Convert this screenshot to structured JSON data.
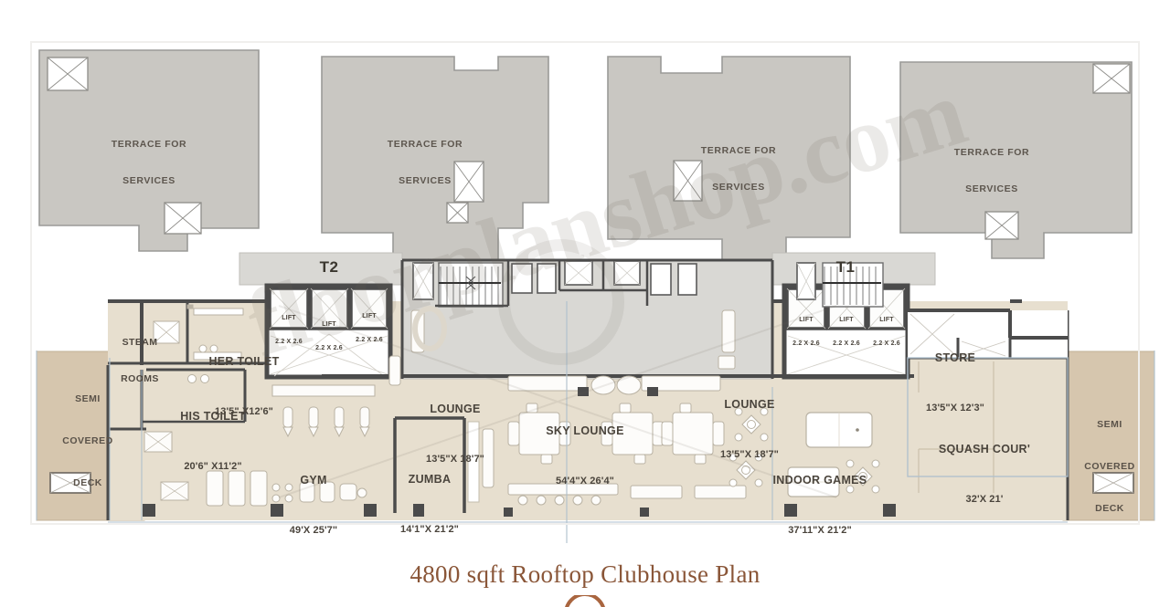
{
  "title": {
    "text": "4800 sqft Rooftop Clubhouse Plan",
    "color": "#8a5638"
  },
  "watermark": {
    "text": "floorplanshop.com"
  },
  "palette": {
    "terrace_fill": "#c9c7c2",
    "floor_fill": "#e7dfcf",
    "deck_fill": "#d6c6ae",
    "core_fill": "#d9d8d4",
    "room_white": "#fdfdfc",
    "wall_dark": "#4b4b4b",
    "wall_light": "#9a9a97",
    "furniture_line": "#b9b2a3",
    "label_color": "#4a443c",
    "grid_blue": "#9fb4c4"
  },
  "towers": [
    {
      "name": "tower-label-t2",
      "label": "T2"
    },
    {
      "name": "tower-label-t1",
      "label": "T1"
    }
  ],
  "terraces": [
    {
      "name": "terrace-1",
      "line1": "TERRACE FOR",
      "line2": "SERVICES"
    },
    {
      "name": "terrace-2",
      "line1": "TERRACE FOR",
      "line2": "SERVICES"
    },
    {
      "name": "terrace-3",
      "line1": "TERRACE FOR",
      "line2": "SERVICES"
    },
    {
      "name": "terrace-4",
      "line1": "TERRACE FOR",
      "line2": "SERVICES"
    }
  ],
  "decks": [
    {
      "name": "deck-left",
      "line1": "SEMI",
      "line2": "COVERED",
      "line3": "DECK"
    },
    {
      "name": "deck-right",
      "line1": "SEMI",
      "line2": "COVERED",
      "line3": "DECK"
    }
  ],
  "lifts": [
    {
      "label": "LIFT",
      "dim": "2.2 X 2.6"
    },
    {
      "label": "LIFT",
      "dim": "2.2 X 2.6"
    },
    {
      "label": "LIFT",
      "dim": "2.2 X 2.6"
    },
    {
      "label": "LIFT",
      "dim": "2.2 X 2.6"
    },
    {
      "label": "LIFT",
      "dim": "2.2 X 2.6"
    },
    {
      "label": "LIFT",
      "dim": "2.2 X 2.6"
    }
  ],
  "rooms": [
    {
      "name": "room-steam-rooms",
      "label": "STEAM\nROOMS",
      "dim": ""
    },
    {
      "name": "room-her-toilet",
      "label": "HER TOILET",
      "dim": "13'5\" X12'6\""
    },
    {
      "name": "room-his-toilet",
      "label": "HIS TOILET",
      "dim": "20'6\" X11'2\""
    },
    {
      "name": "room-gym",
      "label": "GYM",
      "dim": "49'X 25'7\""
    },
    {
      "name": "room-zumba",
      "label": "ZUMBA",
      "dim": "14'1\"X 21'2\""
    },
    {
      "name": "room-lounge-left",
      "label": "LOUNGE",
      "dim": "13'5\"X 18'7\""
    },
    {
      "name": "room-sky-lounge",
      "label": "SKY LOUNGE",
      "dim": "54'4\"X 26'4\""
    },
    {
      "name": "room-lounge-right",
      "label": "LOUNGE",
      "dim": "13'5\"X 18'7\""
    },
    {
      "name": "room-indoor-games",
      "label": "INDOOR GAMES",
      "dim": "37'11\"X 21'2\""
    },
    {
      "name": "room-store",
      "label": "STORE",
      "dim": "13'5\"X 12'3\""
    },
    {
      "name": "room-squash-court",
      "label": "SQUASH COUR'",
      "dim": "32'X 21'"
    }
  ]
}
